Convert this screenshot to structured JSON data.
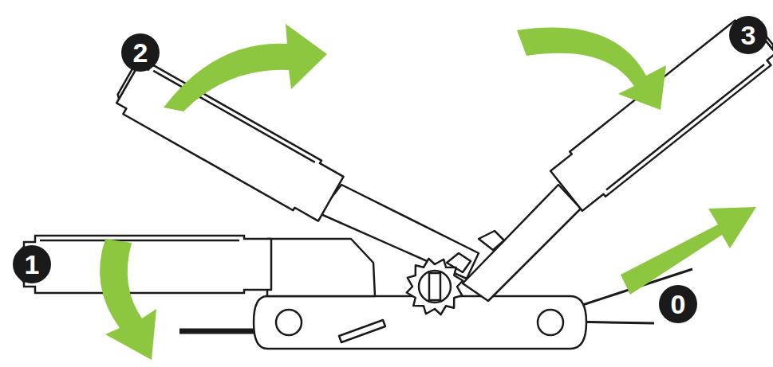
{
  "diagram": {
    "labels": [
      "2",
      "3",
      "1",
      "0"
    ]
  }
}
